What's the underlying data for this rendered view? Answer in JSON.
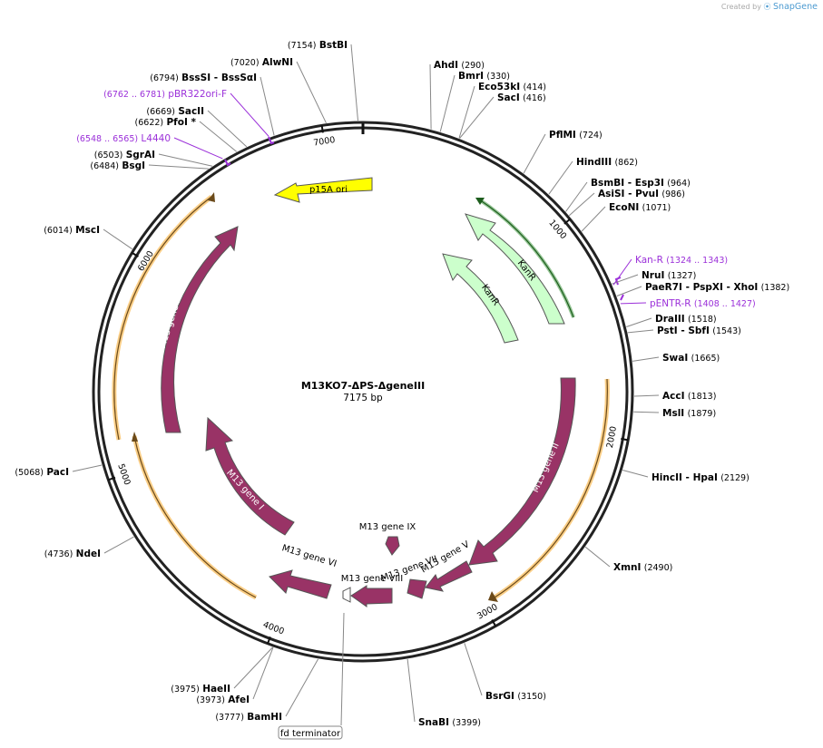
{
  "credit": {
    "prefix": "Created by",
    "brand": "SnapGene"
  },
  "plasmid": {
    "name": "M13KO7-ΔPS-ΔgeneIII",
    "size_label": "7175 bp",
    "total_bp": 7175
  },
  "ticks": [
    {
      "bp": 1000,
      "label": "1000"
    },
    {
      "bp": 2000,
      "label": "2000"
    },
    {
      "bp": 3000,
      "label": "3000"
    },
    {
      "bp": 4000,
      "label": "4000"
    },
    {
      "bp": 5000,
      "label": "5000"
    },
    {
      "bp": 6000,
      "label": "6000"
    },
    {
      "bp": 7000,
      "label": "7000"
    }
  ],
  "sites": [
    {
      "name": "BstBI",
      "pos": "(7154)",
      "bp": 7154
    },
    {
      "name": "AlwNI",
      "pos": "(7020)",
      "bp": 7020
    },
    {
      "name": "BssSI - BssSαI",
      "pos": "(6794)",
      "bp": 6794
    },
    {
      "name": "SacII",
      "pos": "(6669)",
      "bp": 6669
    },
    {
      "name": "PfoI *",
      "pos": "(6622)",
      "bp": 6622
    },
    {
      "name": "SgrAI",
      "pos": "(6503)",
      "bp": 6503
    },
    {
      "name": "BsgI",
      "pos": "(6484)",
      "bp": 6484
    },
    {
      "name": "MscI",
      "pos": "(6014)",
      "bp": 6014
    },
    {
      "name": "PacI",
      "pos": "(5068)",
      "bp": 5068
    },
    {
      "name": "NdeI",
      "pos": "(4736)",
      "bp": 4736
    },
    {
      "name": "HaeII",
      "pos": "(3975)",
      "bp": 3975
    },
    {
      "name": "AfeI",
      "pos": "(3973)",
      "bp": 3973
    },
    {
      "name": "BamHI",
      "pos": "(3777)",
      "bp": 3777
    },
    {
      "name": "SnaBI",
      "pos": "(3399)",
      "bp": 3399
    },
    {
      "name": "BsrGI",
      "pos": "(3150)",
      "bp": 3150
    },
    {
      "name": "XmnI",
      "pos": "(2490)",
      "bp": 2490
    },
    {
      "name": "HincII - HpaI",
      "pos": "(2129)",
      "bp": 2129
    },
    {
      "name": "MslI",
      "pos": "(1879)",
      "bp": 1879
    },
    {
      "name": "AccI",
      "pos": "(1813)",
      "bp": 1813
    },
    {
      "name": "SwaI",
      "pos": "(1665)",
      "bp": 1665
    },
    {
      "name": "PstI - SbfI",
      "pos": "(1543)",
      "bp": 1543
    },
    {
      "name": "DraIII",
      "pos": "(1518)",
      "bp": 1518
    },
    {
      "name": "PaeR7I - PspXI - XhoI",
      "pos": "(1382)",
      "bp": 1382
    },
    {
      "name": "NruI",
      "pos": "(1327)",
      "bp": 1327
    },
    {
      "name": "EcoNI",
      "pos": "(1071)",
      "bp": 1071
    },
    {
      "name": "AsiSI - PvuI",
      "pos": "(986)",
      "bp": 986
    },
    {
      "name": "BsmBI - Esp3I",
      "pos": "(964)",
      "bp": 964
    },
    {
      "name": "HindIII",
      "pos": "(862)",
      "bp": 862
    },
    {
      "name": "PflMI",
      "pos": "(724)",
      "bp": 724
    },
    {
      "name": "SacI",
      "pos": "(416)",
      "bp": 416
    },
    {
      "name": "Eco53kI",
      "pos": "(414)",
      "bp": 414
    },
    {
      "name": "BmrI",
      "pos": "(330)",
      "bp": 330
    },
    {
      "name": "AhdI",
      "pos": "(290)",
      "bp": 290
    }
  ],
  "primers": [
    {
      "name": "pBR322ori-F",
      "range": "(6762 .. 6781)",
      "start": 6762,
      "end": 6781
    },
    {
      "name": "L4440",
      "range": "(6548 .. 6565)",
      "start": 6548,
      "end": 6565
    },
    {
      "name": "Kan-R",
      "range": "(1324 .. 1343)",
      "start": 1324,
      "end": 1343
    },
    {
      "name": "pENTR-R",
      "range": "(1408 .. 1427)",
      "start": 1408,
      "end": 1427
    }
  ],
  "features": [
    {
      "name": "p15A ori",
      "color": "#ffff00",
      "text_color": "#000000"
    },
    {
      "name": "KanR",
      "color": "#ccffcc",
      "text_color": "#000000"
    },
    {
      "name": "KanR",
      "color": "#ccffcc",
      "text_color": "#000000"
    },
    {
      "name": "M13 gene II",
      "color": "#993366",
      "text_color": "#ffffff"
    },
    {
      "name": "M13 gene V",
      "color": "#993366",
      "text_color": "#000000"
    },
    {
      "name": "M13 gene VII",
      "color": "#993366",
      "text_color": "#000000"
    },
    {
      "name": "M13 gene IX",
      "color": "#993366",
      "text_color": "#000000"
    },
    {
      "name": "M13 gene VIII",
      "color": "#993366",
      "text_color": "#000000"
    },
    {
      "name": "M13 gene VI",
      "color": "#993366",
      "text_color": "#000000"
    },
    {
      "name": "M13 gene I",
      "color": "#993366",
      "text_color": "#ffffff"
    },
    {
      "name": "M13 gene IV",
      "color": "#993366",
      "text_color": "#ffffff"
    }
  ],
  "terminator": {
    "name": "fd terminator"
  },
  "colors": {
    "backbone": "#222222",
    "gene": "#993366",
    "orf_outline": "#f5a623",
    "primer": "#9b30d9"
  }
}
